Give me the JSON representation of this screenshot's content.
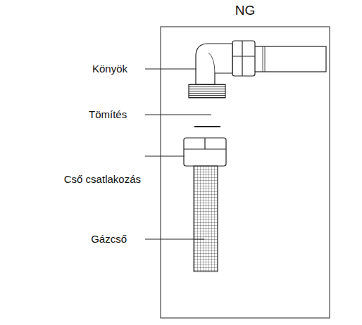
{
  "diagram": {
    "title": "NG",
    "labels": [
      "Könyök",
      "Tömítés",
      "Cső csatlakozás",
      "Gázcső"
    ]
  }
}
